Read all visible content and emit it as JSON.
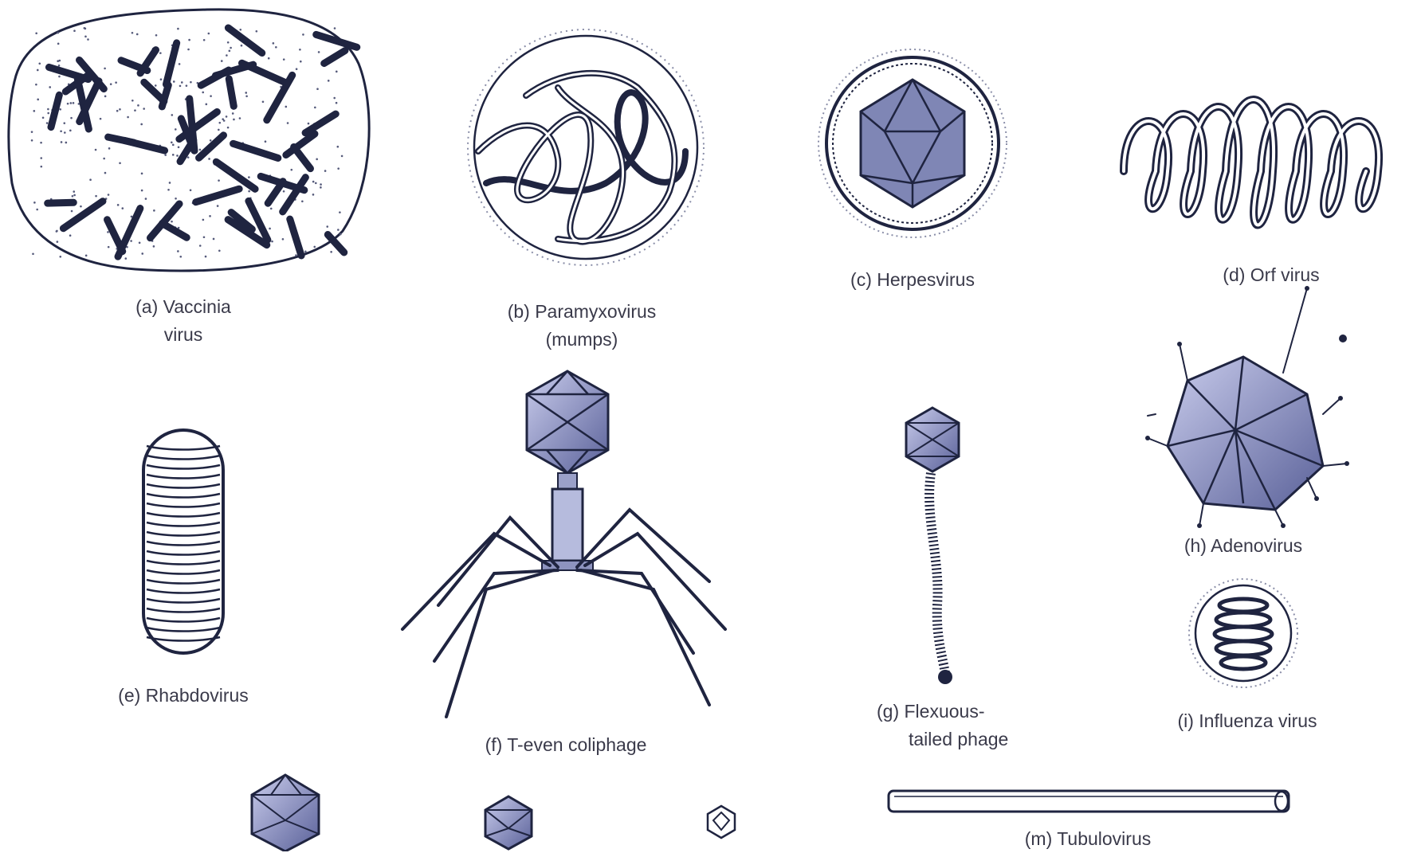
{
  "labels": {
    "a_line1": "(a) Vaccinia",
    "a_line2": "virus",
    "b_line1": "(b) Paramyxovirus",
    "b_line2": "(mumps)",
    "c": "(c) Herpesvirus",
    "d": "(d) Orf virus",
    "e": "(e) Rhabdovirus",
    "f": "(f) T-even coliphage",
    "g_line1": "(g) Flexuous-",
    "g_line2": "tailed phage",
    "h": "(h) Adenovirus",
    "i": "(i) Influenza virus",
    "m": "(m) Tubulovirus"
  },
  "colors": {
    "ink": "#1f2440",
    "capsid_fill": "#7f86b5",
    "capsid_light": "#a9aed6",
    "background": "#ffffff"
  }
}
